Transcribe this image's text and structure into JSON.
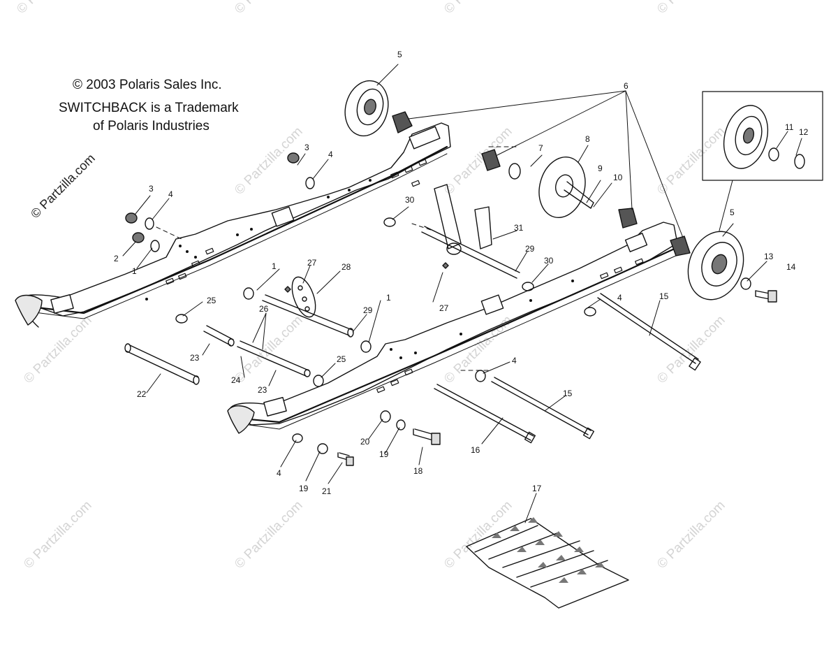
{
  "copyright": {
    "line1": "© 2003 Polaris Sales Inc.",
    "line2": "SWITCHBACK is a Trademark",
    "line3": "of Polaris Industries"
  },
  "watermark": {
    "repeat": "© Partzilla.com",
    "side": "© Partzilla.com"
  },
  "callouts": [
    "1",
    "2",
    "3",
    "4",
    "5",
    "6",
    "7",
    "8",
    "9",
    "10",
    "11",
    "12",
    "13",
    "14",
    "15",
    "16",
    "17",
    "18",
    "19",
    "20",
    "21",
    "22",
    "23",
    "24",
    "25",
    "26",
    "27",
    "28",
    "29",
    "30",
    "31"
  ]
}
